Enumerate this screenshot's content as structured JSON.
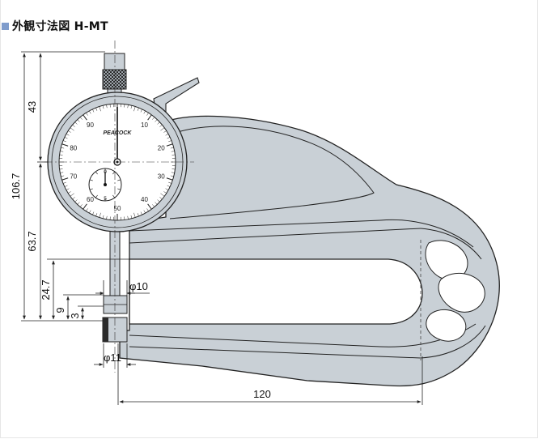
{
  "header": {
    "title": "外観寸法図 H-MT",
    "accent_color": "#7f9ccc"
  },
  "dimensions": {
    "total_height": "106.7",
    "upper_height": "43",
    "lower_height": "63.7",
    "anvil_height": "24.7",
    "dim_9": "9",
    "dim_3": "3",
    "upper_dia": "φ10",
    "lower_dia": "φ11",
    "depth": "120"
  },
  "dial": {
    "outer_ticks": [
      "10",
      "20",
      "30",
      "40",
      "50",
      "60",
      "70",
      "80",
      "90"
    ],
    "logo": "PEACOCK",
    "sub_dial_ticks": [
      "0",
      "5"
    ]
  },
  "colors": {
    "frame_fill": "#c9d0d6",
    "line": "#222222",
    "slot_fill": "#ffffff"
  }
}
